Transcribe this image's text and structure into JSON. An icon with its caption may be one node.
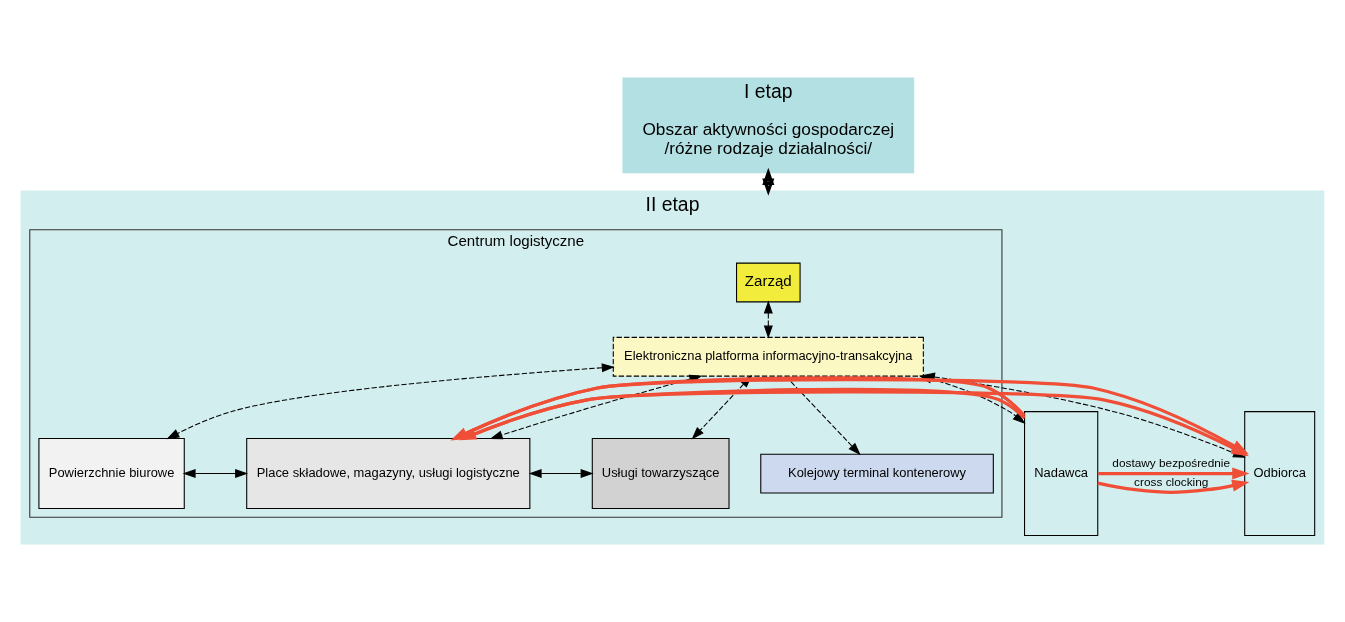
{
  "diagram": {
    "nodes": [
      {
        "text": [
          "I etap"
        ]
      },
      {
        "text": [
          "Obszar aktywności gospodarczej",
          "/różne rodzaje działalności/"
        ],
        "in": 0
      },
      {
        "text": [
          "II etap"
        ]
      },
      {
        "text": [
          "Centrum logistyczne"
        ],
        "in": 2
      },
      {
        "text": [
          "Zarząd"
        ],
        "in": 3
      },
      {
        "text": [
          "Elektroniczna platforma informacyjno-transakcyjna"
        ],
        "in": 3
      },
      {
        "text": [
          "Powierzchnie biurowe"
        ],
        "in": 3
      },
      {
        "text": [
          "Place składowe, magazyny, usługi logistyczne"
        ],
        "in": 3
      },
      {
        "text": [
          "Usługi towarzyszące"
        ],
        "in": 3
      },
      {
        "text": [
          "Kolejowy terminal kontenerowy"
        ],
        "in": 3
      },
      {
        "text": [
          "Nadawca"
        ],
        "in": 2
      },
      {
        "text": [
          "Odbiorca"
        ],
        "in": 2
      }
    ],
    "edges": [
      {
        "from": 0,
        "to": 2,
        "arrow": "both",
        "style": "thick"
      },
      {
        "from": 4,
        "to": 5,
        "arrow": "both",
        "style": "dashed"
      },
      {
        "from": 5,
        "to": 10,
        "arrow": "both",
        "style": "dashed"
      },
      {
        "from": 5,
        "to": 11,
        "arrow": "both",
        "style": "dashed"
      },
      {
        "from": 5,
        "to": 6,
        "arrow": "both",
        "style": "dashed"
      },
      {
        "from": 5,
        "to": 7,
        "arrow": "both",
        "style": "dashed"
      },
      {
        "from": 5,
        "to": 8,
        "arrow": "both",
        "style": "dashed"
      },
      {
        "from": 5,
        "to": 9,
        "arrow": "to",
        "style": "dashed"
      },
      {
        "from": 6,
        "to": 7,
        "arrow": "both"
      },
      {
        "from": 7,
        "to": 8,
        "arrow": "both"
      },
      {
        "from": 10,
        "to": 7,
        "arrow": "to",
        "style": "thick",
        "color": "#f04e37"
      },
      {
        "from": 10,
        "to": 7,
        "arrow": "to",
        "style": "thick",
        "color": "#f04e37"
      },
      {
        "from": 7,
        "to": 11,
        "arrow": "to",
        "style": "thick",
        "color": "#f04e37"
      },
      {
        "from": 7,
        "to": 11,
        "arrow": "to",
        "style": "thick",
        "color": "#f04e37"
      },
      {
        "from": 10,
        "to": 11,
        "label": "cross clocking",
        "arrow": "to",
        "style": "thick",
        "color": "#f04e37"
      },
      {
        "from": 10,
        "to": 11,
        "label": "dostawy bezpośrednie",
        "arrow": "to",
        "style": "thick",
        "color": "#f04e37"
      }
    ]
  }
}
